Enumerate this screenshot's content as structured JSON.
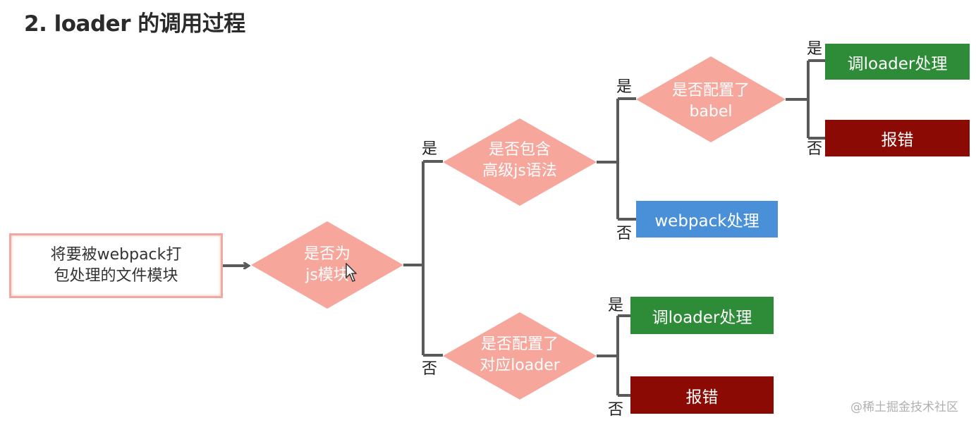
{
  "title": "2. loader 的调用过程",
  "start": "将要被webpack打\n包处理的文件模块",
  "decisions": {
    "is_js": "是否为\njs模块",
    "advanced_js": "是否包含\n高级js语法",
    "babel": "是否配置了\nbabel",
    "loader_configured": "是否配置了\n对应loader"
  },
  "labels": {
    "yes": "是",
    "no": "否"
  },
  "results": {
    "babel_yes": "调loader处理",
    "babel_no": "报错",
    "webpack": "webpack处理",
    "loader_yes": "调loader处理",
    "loader_no": "报错"
  },
  "colors": {
    "diamond": "#f7a69c",
    "green": "#2e8b37",
    "red": "#8b0b04",
    "blue": "#4a90d9",
    "line": "#5a5a5a"
  },
  "watermark": "@稀土掘金技术社区"
}
